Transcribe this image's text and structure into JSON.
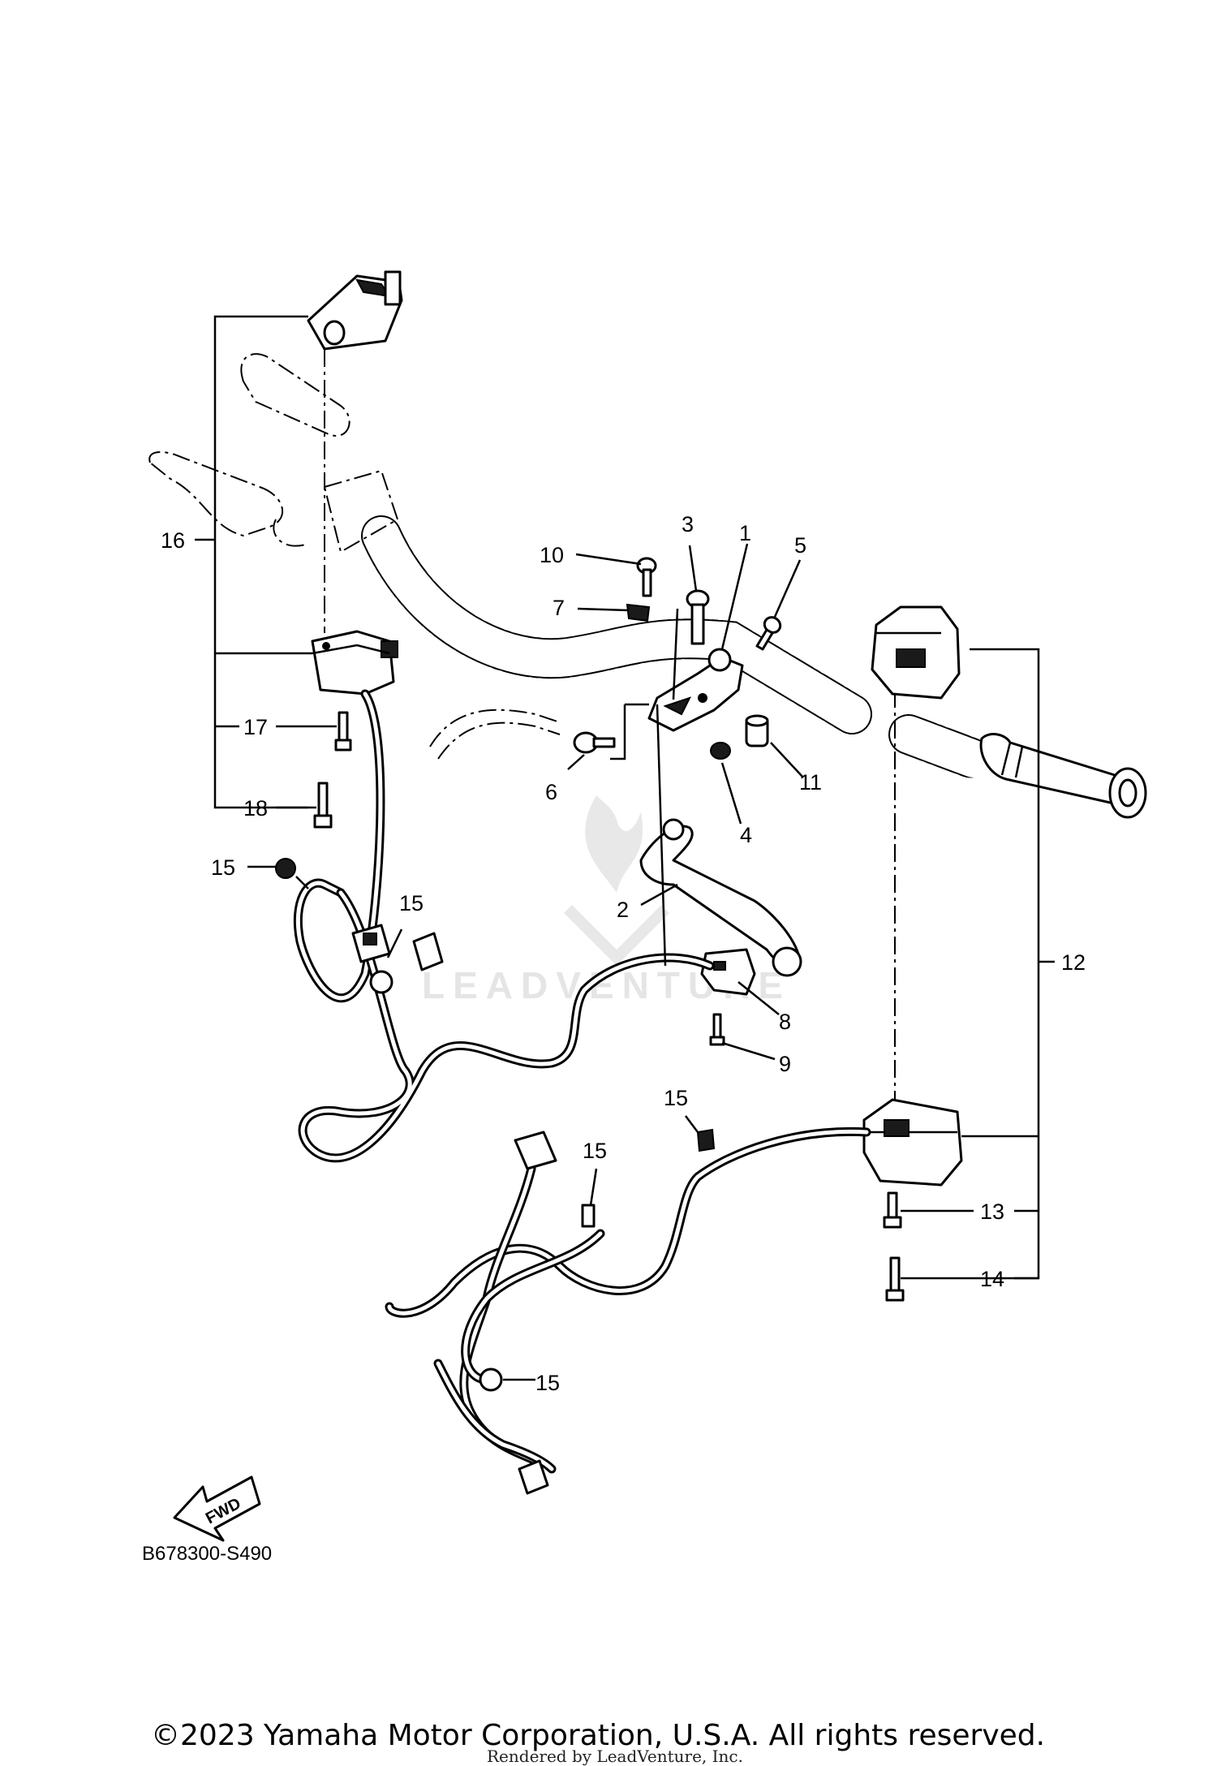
{
  "diagram": {
    "reference_code": "B678300-S490",
    "fwd_label": "FWD",
    "callouts": {
      "c1": "1",
      "c2": "2",
      "c3": "3",
      "c4": "4",
      "c5": "5",
      "c6": "6",
      "c7": "7",
      "c8": "8",
      "c9": "9",
      "c10": "10",
      "c11": "11",
      "c12": "12",
      "c13": "13",
      "c14": "14",
      "c15": "15",
      "c16": "16",
      "c17": "17",
      "c18": "18"
    }
  },
  "watermark": {
    "text": "LEADVENTURE"
  },
  "footer": {
    "copyright": "©2023 Yamaha Motor Corporation, U.S.A. All rights reserved.",
    "rendered_by": "Rendered by LeadVenture, Inc."
  }
}
